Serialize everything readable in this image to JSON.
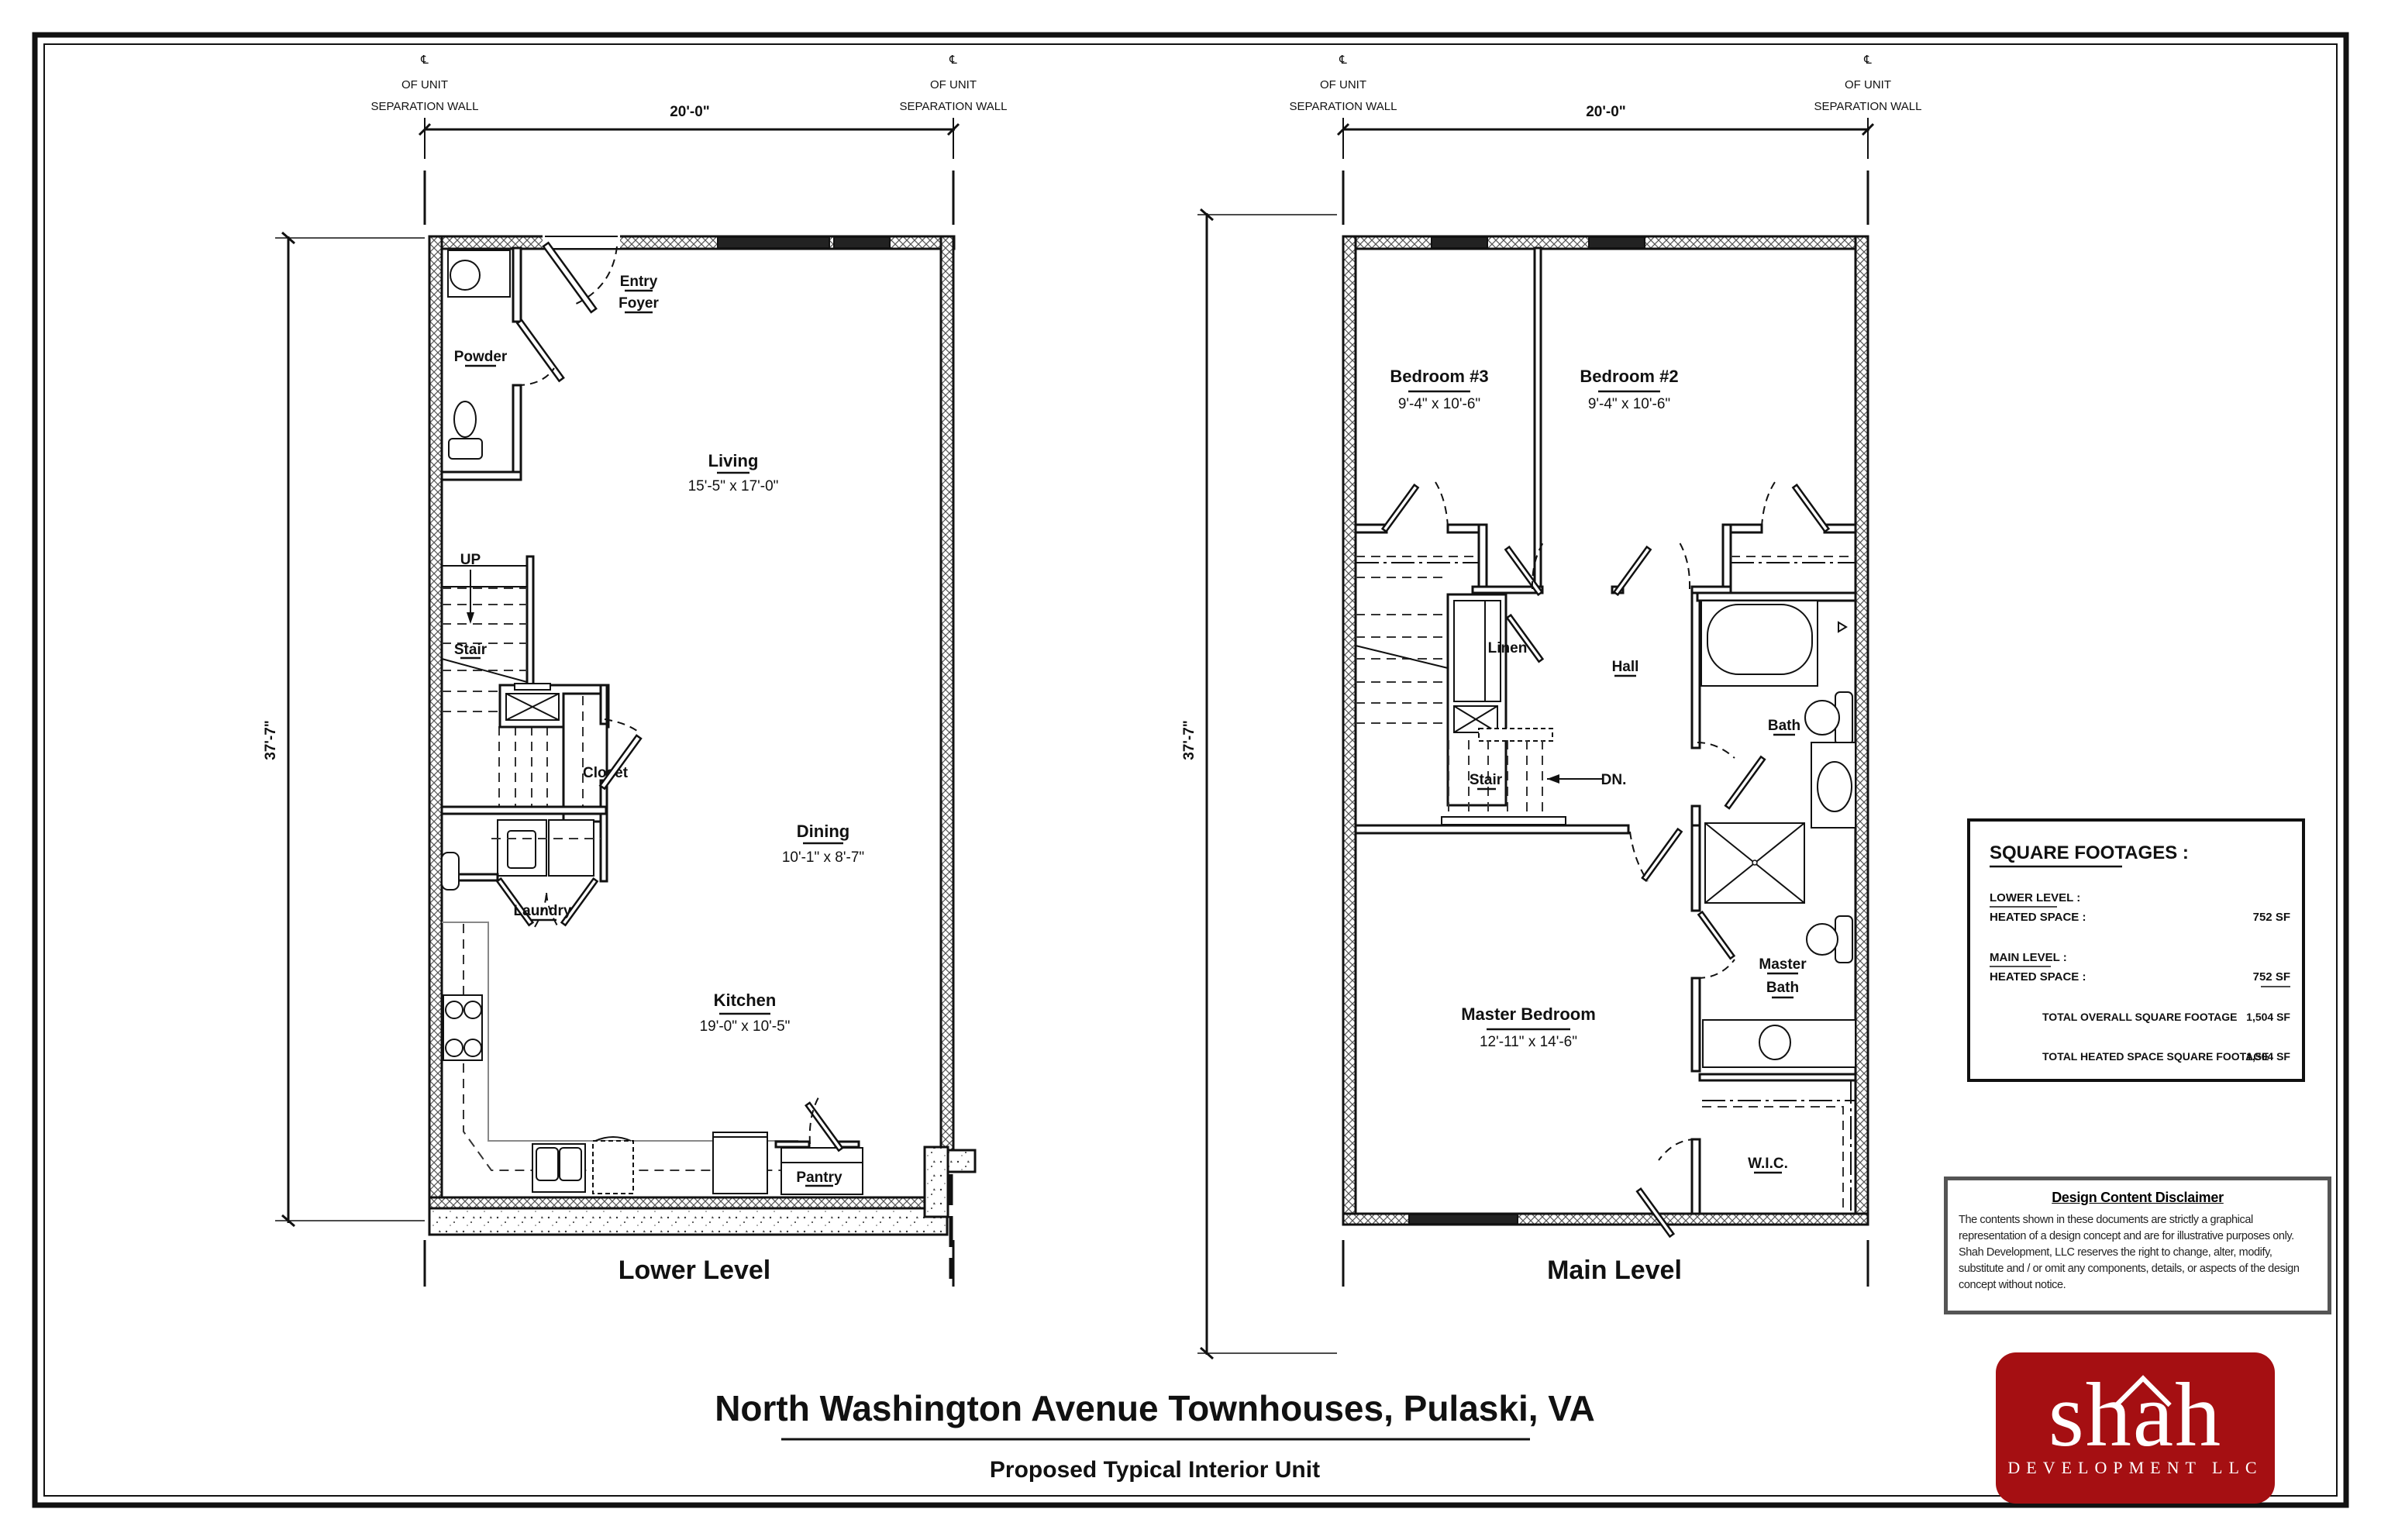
{
  "project": {
    "title": "North Washington Avenue Townhouses, Pulaski, VA",
    "subtitle": "Proposed Typical Interior Unit"
  },
  "dimension_notes": {
    "centerline_symbol": "℄",
    "line1": "OF UNIT",
    "line2": "SEPARATION WALL"
  },
  "lower_level": {
    "label": "Lower Level",
    "width_dim": "20'-0\"",
    "depth_dim": "37'-7\"",
    "rooms": {
      "entry": [
        "Entry",
        "Foyer"
      ],
      "powder": "Powder",
      "living": {
        "name": "Living",
        "size": "15'-5\" x 17'-0\""
      },
      "stair": "Stair",
      "stair_dir": "UP",
      "closet": "Closet",
      "dining": {
        "name": "Dining",
        "size": "10'-1\" x 8'-7\""
      },
      "laundry": "Laundry",
      "kitchen": {
        "name": "Kitchen",
        "size": "19'-0\" x 10'-5\""
      },
      "pantry": "Pantry"
    }
  },
  "main_level": {
    "label": "Main Level",
    "width_dim": "20'-0\"",
    "depth_dim": "37'-7\"",
    "rooms": {
      "bedroom3": {
        "name": "Bedroom #3",
        "size": "9'-4\" x 10'-6\""
      },
      "bedroom2": {
        "name": "Bedroom #2",
        "size": "9'-4\" x 10'-6\""
      },
      "linen": "Linen",
      "hall": "Hall",
      "bath": "Bath",
      "stair": "Stair",
      "stair_dir": "DN.",
      "master_bedroom": {
        "name": "Master Bedroom",
        "size": "12'-11\" x 14'-6\""
      },
      "master_bath": [
        "Master",
        "Bath"
      ],
      "wic": "W.I.C."
    }
  },
  "square_footages": {
    "title": "SQUARE FOOTAGES :",
    "lower_label": "LOWER LEVEL :",
    "lower_heated_label": "HEATED SPACE :",
    "lower_heated_value": "752 SF",
    "main_label": "MAIN LEVEL :",
    "main_heated_label": "HEATED SPACE :",
    "main_heated_value": "752 SF",
    "total_overall_label": "TOTAL OVERALL SQUARE FOOTAGE",
    "total_overall_value": "1,504 SF",
    "total_heated_label": "TOTAL HEATED SPACE SQUARE FOOTAGE",
    "total_heated_value": "1,504 SF"
  },
  "disclaimer": {
    "title": "Design Content Disclaimer",
    "text": "The contents shown in these documents are strictly a graphical representation of a design concept and are for illustrative purposes only.  Shah Development, LLC reserves the right to change, alter, modify, substitute and / or omit any components, details, or aspects of the design concept without notice."
  },
  "logo": {
    "wordmark": "shah",
    "tagline": "DEVELOPMENT LLC",
    "color": "#A50F12"
  }
}
